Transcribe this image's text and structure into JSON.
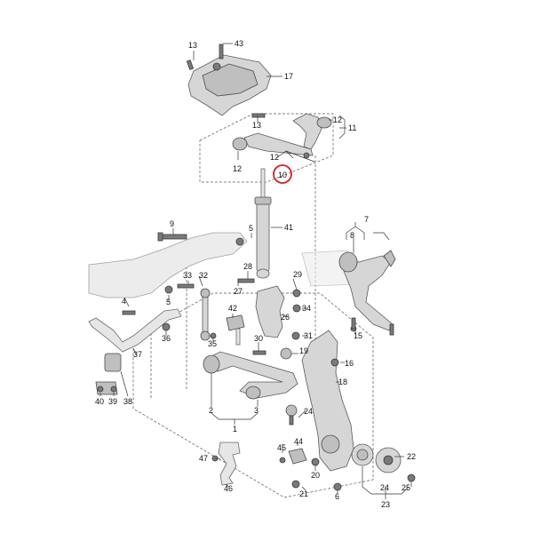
{
  "diagram": {
    "callouts": {
      "c13a": "13",
      "c43": "43",
      "c17": "17",
      "c13b": "13",
      "c12a": "12",
      "c11": "11",
      "c12b": "12",
      "c12c": "12",
      "c10": "10",
      "c9": "9",
      "c5a": "5",
      "c41": "41",
      "c7": "7",
      "c8": "8",
      "c33": "33",
      "c32": "32",
      "c28": "28",
      "c29": "29",
      "c4": "4",
      "c5b": "5",
      "c27": "27",
      "c42": "42",
      "c26": "26",
      "c34": "34",
      "c36": "36",
      "c35": "35",
      "c30": "30",
      "c31": "31",
      "c15": "15",
      "c37": "37",
      "c19": "19",
      "c16": "16",
      "c18": "18",
      "c40": "40",
      "c39": "39",
      "c38": "38",
      "c2": "2",
      "c3": "3",
      "c24": "24",
      "c1": "1",
      "c47": "47",
      "c45": "45",
      "c44": "44",
      "c22": "22",
      "c20": "20",
      "c46": "46",
      "c21": "21",
      "c6": "6",
      "c24b": "24",
      "c25": "25",
      "c23": "23"
    },
    "highlight": {
      "label": "10",
      "color": "#d42020"
    }
  }
}
